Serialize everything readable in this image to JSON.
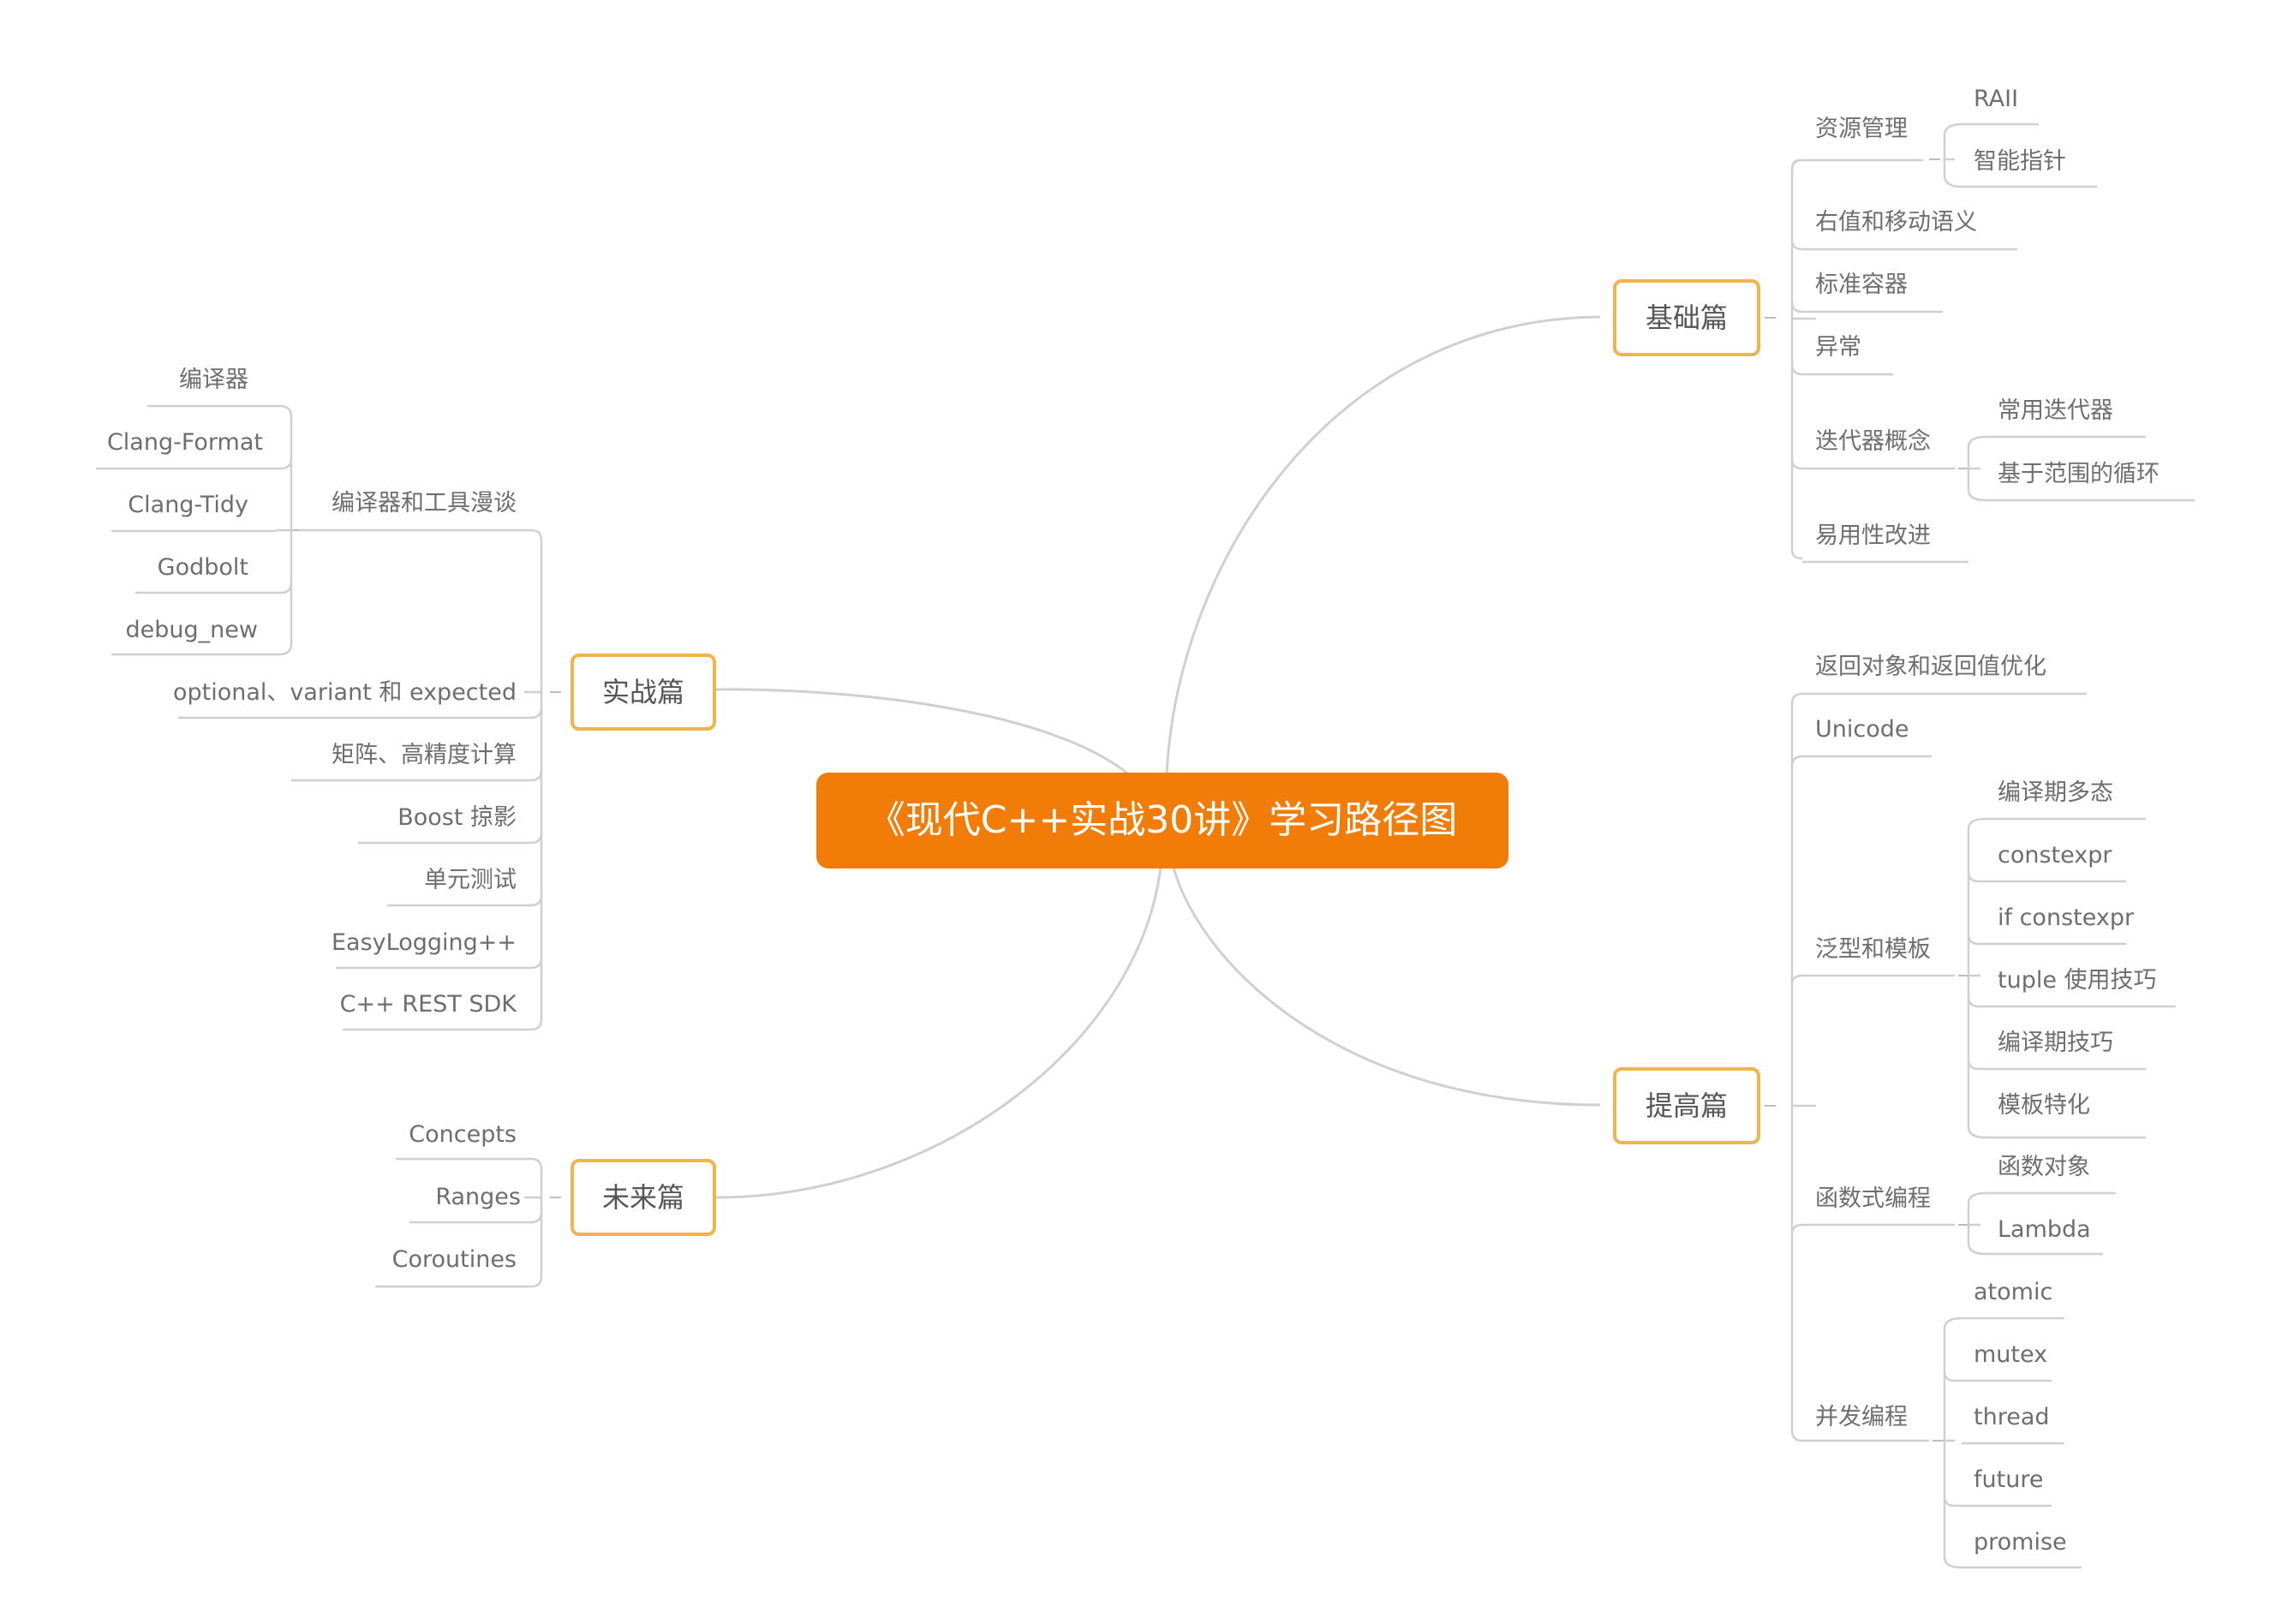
{
  "title": "《现代C++实战30讲》学习路径图",
  "colors": {
    "central": "#f27c08",
    "topic_border": "#f0b449",
    "line": "#d0d0d0",
    "text": "#6e6e6e"
  },
  "topics": {
    "basic": {
      "label": "基础篇",
      "items": {
        "resource": {
          "label": "资源管理",
          "children": [
            "RAII",
            "智能指针"
          ]
        },
        "rvalue": "右值和移动语义",
        "containers": "标准容器",
        "exceptions": "异常",
        "iterators": {
          "label": "迭代器概念",
          "children": [
            "常用迭代器",
            "基于范围的循环"
          ]
        },
        "usability": "易用性改进"
      }
    },
    "advanced": {
      "label": "提高篇",
      "items": {
        "rvo": "返回对象和返回值优化",
        "unicode": "Unicode",
        "generic": {
          "label": "泛型和模板",
          "children": [
            "编译期多态",
            "constexpr",
            "if constexpr",
            "tuple 使用技巧",
            "编译期技巧",
            "模板特化"
          ]
        },
        "functional": {
          "label": "函数式编程",
          "children": [
            "函数对象",
            "Lambda"
          ]
        },
        "concurrency": {
          "label": "并发编程",
          "children": [
            "atomic",
            "mutex",
            "thread",
            "future",
            "promise"
          ]
        }
      }
    },
    "practice": {
      "label": "实战篇",
      "items": {
        "tools": {
          "label": "编译器和工具漫谈",
          "children": [
            "编译器",
            "Clang-Format",
            "Clang-Tidy",
            "Godbolt",
            "debug_new"
          ]
        },
        "optional": "optional、variant 和 expected",
        "matrix": "矩阵、高精度计算",
        "boost": "Boost 掠影",
        "unittest": "单元测试",
        "easylogging": "EasyLogging++",
        "rest": "C++ REST SDK"
      }
    },
    "future": {
      "label": "未来篇",
      "items": [
        "Concepts",
        "Ranges",
        "Coroutines"
      ]
    }
  }
}
